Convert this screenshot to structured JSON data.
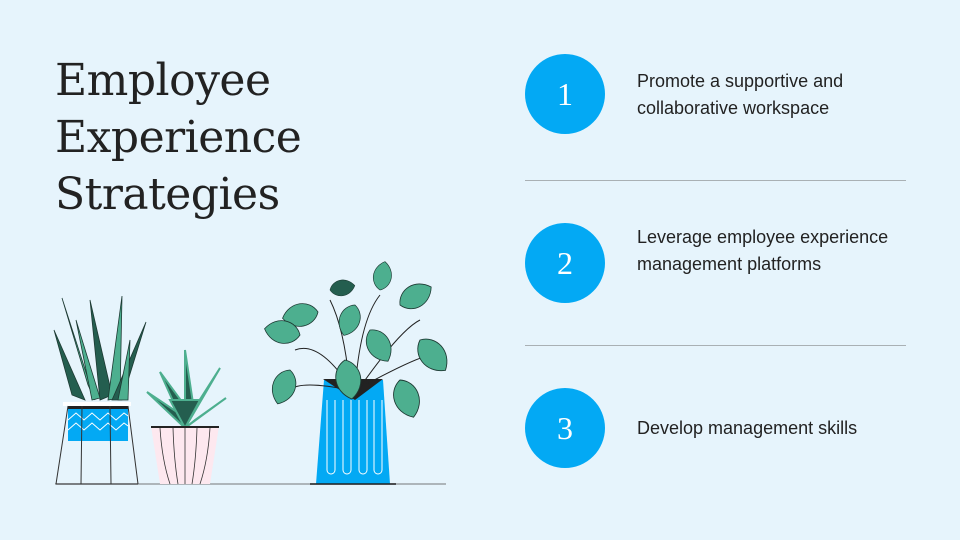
{
  "title": {
    "lines": [
      "Employee",
      "Experience",
      "Strategies"
    ]
  },
  "strategies": [
    {
      "number": "1",
      "text": "Promote a supportive and collaborative workspace"
    },
    {
      "number": "2",
      "text": "Leverage employee experience management platforms"
    },
    {
      "number": "3",
      "text": "Develop management skills"
    }
  ],
  "colors": {
    "background": "#e6f4fc",
    "accent": "#03a9f4",
    "leaf": "#4daf8f",
    "leaf_dark": "#245e4f",
    "pot_pink": "#fde8ef"
  }
}
